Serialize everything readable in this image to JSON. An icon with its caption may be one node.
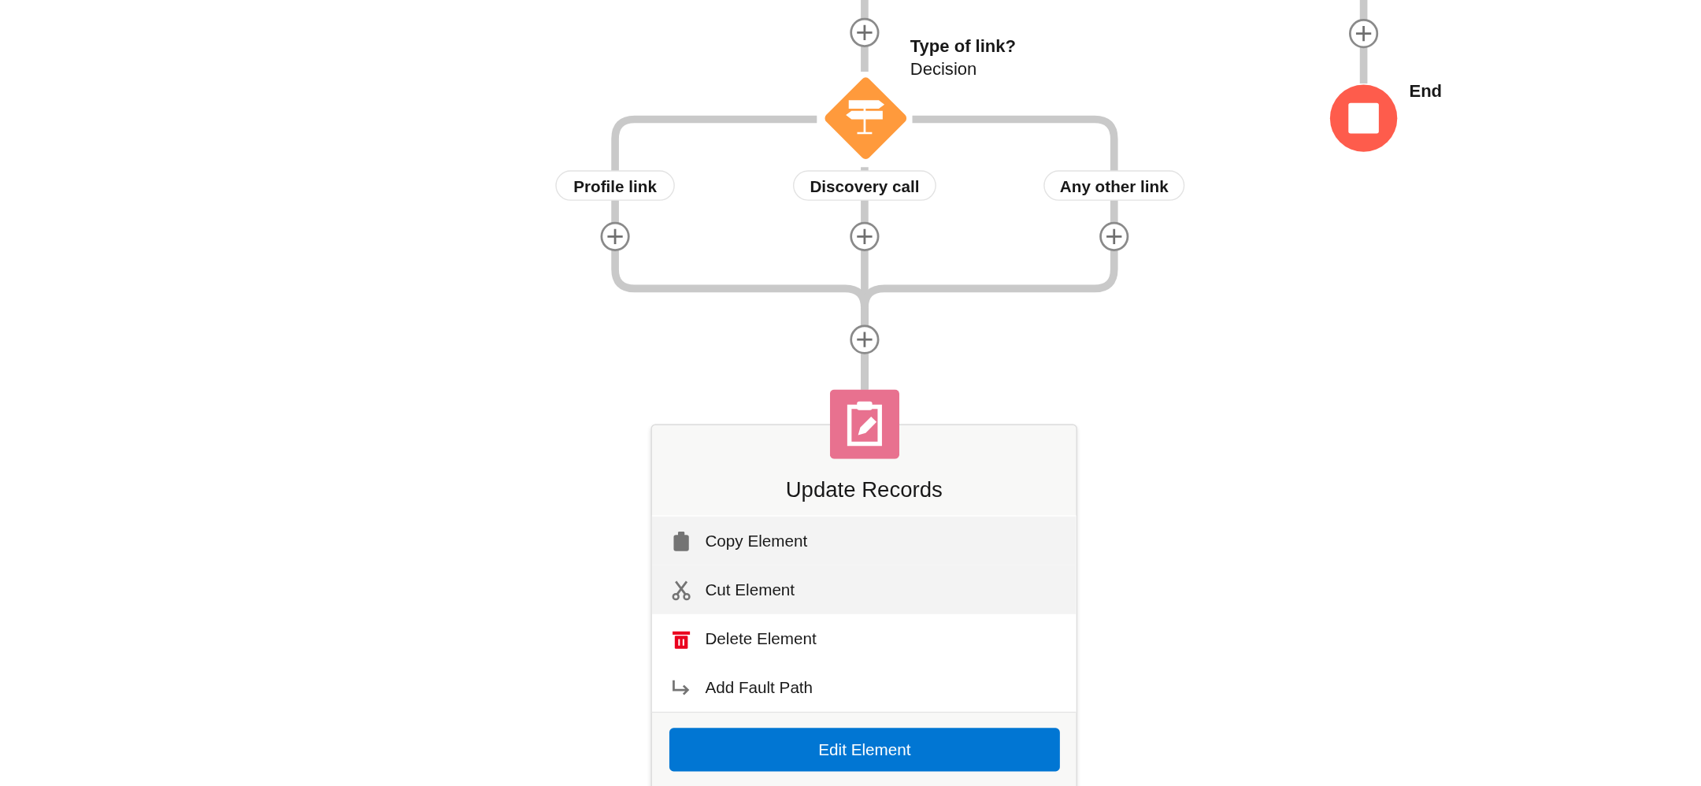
{
  "diagram": {
    "nodes": [
      {
        "text": [
          "Type of link?",
          "Decision"
        ]
      },
      {
        "text": [
          "End"
        ]
      },
      {
        "text": [
          "Update Records"
        ]
      }
    ],
    "edges": [
      {
        "from": null,
        "to": 0,
        "arrow": "none"
      },
      {
        "from": 0,
        "to": 2,
        "arrow": "none",
        "label": "Profile link"
      },
      {
        "from": 0,
        "to": 2,
        "arrow": "none",
        "label": "Discovery call"
      },
      {
        "from": 0,
        "to": 2,
        "arrow": "none",
        "label": "Any other link"
      },
      {
        "from": null,
        "to": 1,
        "arrow": "none"
      }
    ],
    "labels": [
      "Copy Element",
      "Cut Element",
      "Delete Element",
      "Add Fault Path",
      "Edit Element"
    ]
  }
}
